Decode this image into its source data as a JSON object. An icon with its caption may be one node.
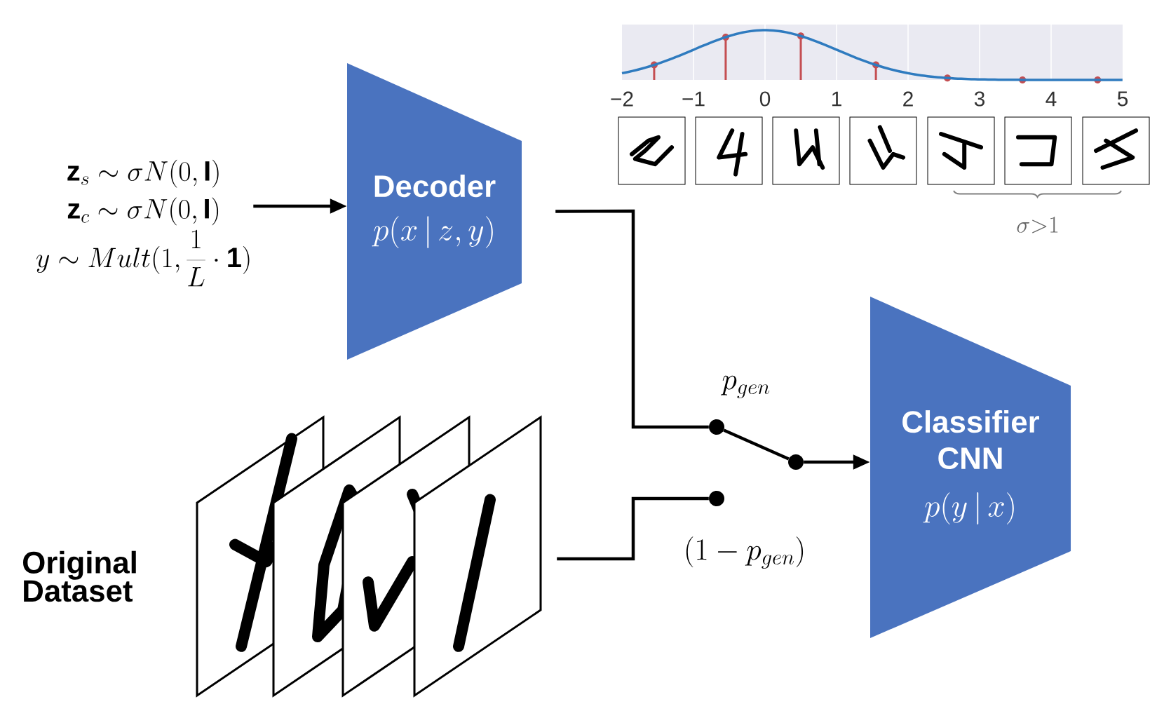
{
  "diagram": {
    "nodes": [
      {
        "text": [
          "\\mathbf{z}_{s}\\sim\\sigma N(0,\\mathbf{I})",
          "\\mathbf{z}_{c}\\sim\\sigma N(0,\\mathbf{I})",
          "y\\sim Mult(1,\\frac{1}{L}\\cdot\\mathbf{1})"
        ]
      },
      {
        "text": [
          "Decoder",
          "p(x\\,|\\,z,y)"
        ]
      },
      {
        "text": [],
        "shape": "circle"
      },
      {
        "text": [],
        "shape": "circle"
      },
      {
        "text": [],
        "shape": "circle"
      },
      {
        "text": [
          "Classifier CNN",
          "p(y\\,|\\,x)"
        ]
      },
      {
        "text": [
          "Original Dataset"
        ]
      }
    ],
    "edges": [
      {
        "from": 0,
        "to": 1,
        "arrow": "to"
      },
      {
        "from": 1,
        "to": 2,
        "arrow": "none"
      },
      {
        "from": 6,
        "to": 4,
        "arrow": "none"
      },
      {
        "from": 2,
        "to": 3,
        "arrow": "none"
      },
      {
        "from": 3,
        "to": 5,
        "arrow": "to"
      }
    ],
    "labels": [
      "−2",
      "−1",
      "0",
      "1",
      "2",
      "3",
      "4",
      "5",
      "\\sigma{>}1",
      "p_{gen}",
      "(1-p_{gen})"
    ]
  }
}
